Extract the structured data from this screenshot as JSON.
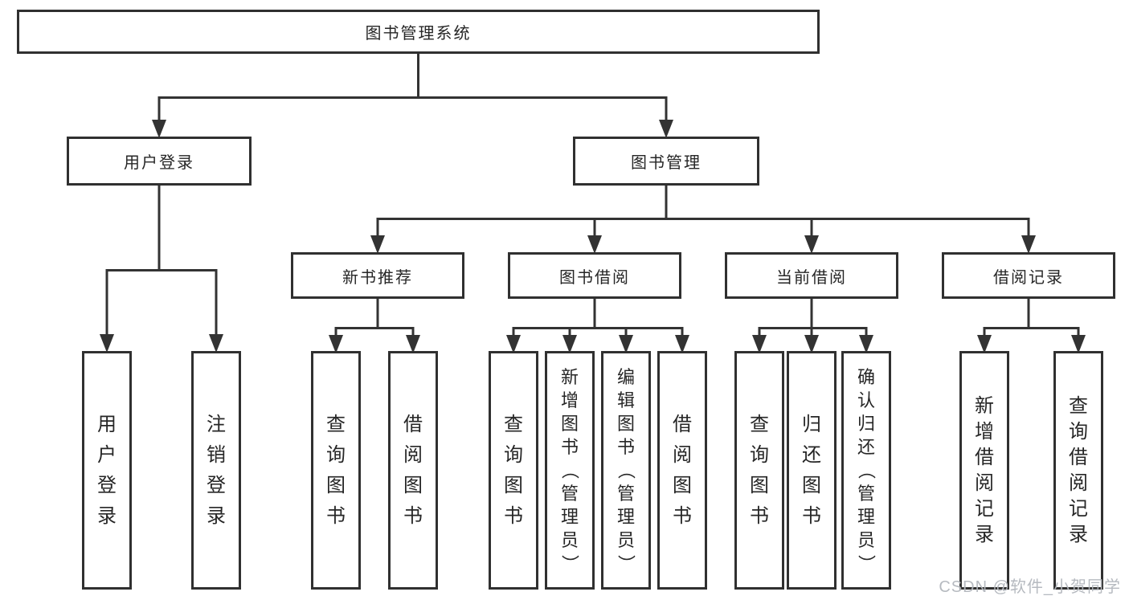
{
  "diagram_title": "图书管理系统",
  "nodes": {
    "root": {
      "label": "图书管理系统"
    },
    "user_login": {
      "label": "用户登录",
      "leaves": [
        "用户登录",
        "注销登录"
      ]
    },
    "book_management": {
      "label": "图书管理"
    },
    "new_book_recommend": {
      "label": "新书推荐",
      "leaves": [
        "查询图书",
        "借阅图书"
      ]
    },
    "book_borrowing": {
      "label": "图书借阅",
      "leaves": [
        "查询图书",
        "新增图书（管理员）",
        "编辑图书（管理员）",
        "借阅图书"
      ]
    },
    "current_borrowing": {
      "label": "当前借阅",
      "leaves": [
        "查询图书",
        "归还图书",
        "确认归还（管理员）"
      ]
    },
    "borrowing_records": {
      "label": "借阅记录",
      "leaves": [
        "新增借阅记录",
        "查询借阅记录"
      ]
    }
  },
  "watermark": "CSDN @软件_小贺同学",
  "colors": {
    "line": "#333333",
    "box_border": "#303030",
    "text": "#262626",
    "background": "#ffffff",
    "watermark": "#b3b7bd"
  }
}
